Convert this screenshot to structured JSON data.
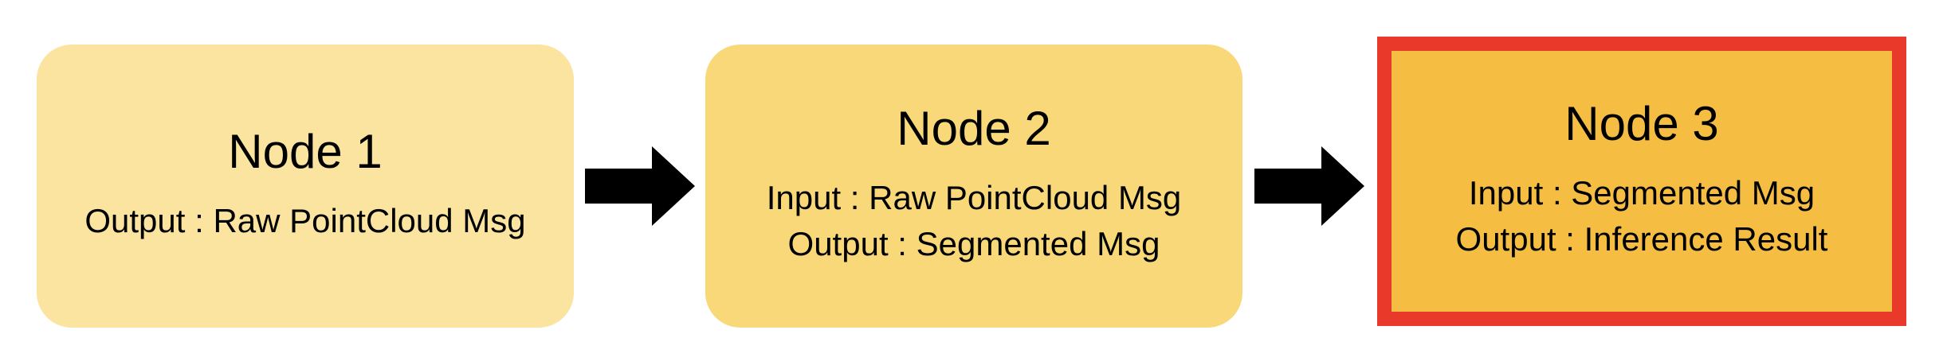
{
  "colors": {
    "node1_fill": "#fae49f",
    "node2_fill": "#f8d878",
    "node3_fill": "#f5be42",
    "highlight_border": "#e8392a",
    "arrow": "#000000"
  },
  "nodes": [
    {
      "title": "Node 1",
      "lines": [
        "Output : Raw PointCloud Msg"
      ]
    },
    {
      "title": "Node 2",
      "lines": [
        "Input : Raw PointCloud Msg",
        "Output : Segmented Msg"
      ]
    },
    {
      "title": "Node 3",
      "lines": [
        "Input : Segmented Msg",
        "Output : Inference Result"
      ]
    }
  ],
  "arrows": [
    "right-arrow-icon",
    "right-arrow-icon"
  ]
}
